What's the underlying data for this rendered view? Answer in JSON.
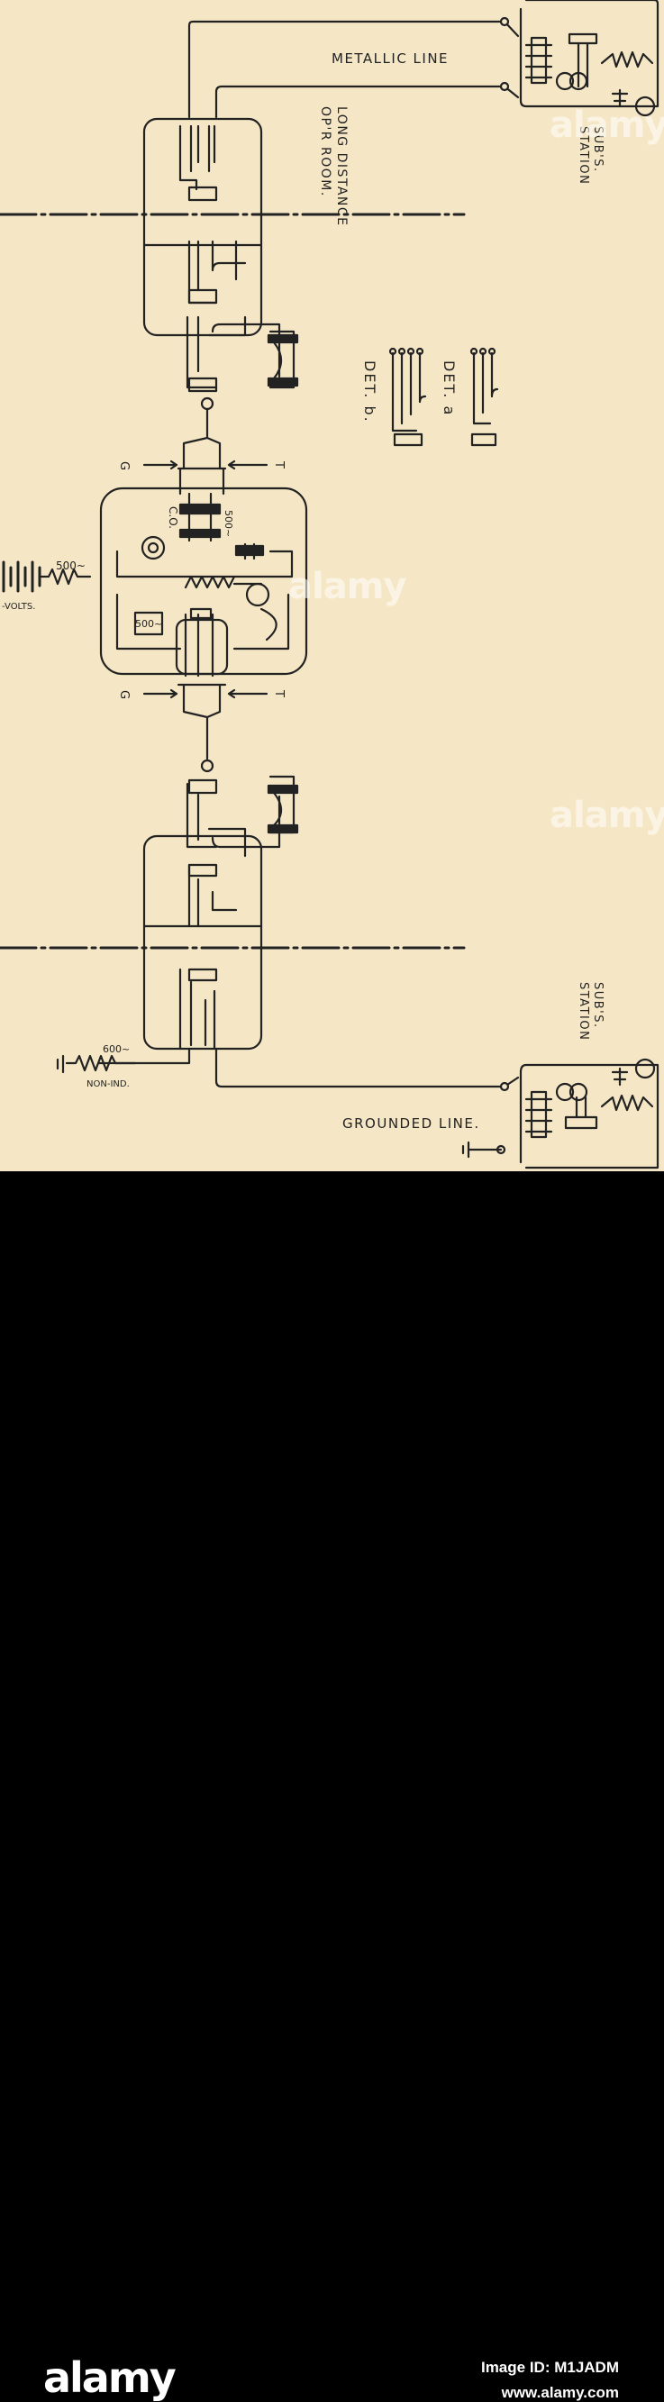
{
  "labels": {
    "metallic_line": "METALLIC LINE",
    "grounded_line": "GROUNDED LINE.",
    "long_distance_line1": "LONG DISTANCE",
    "long_distance_line2": "OP'R ROOM.",
    "subs_station_top_1": "SUB'S.",
    "subs_station_top_2": "STATION",
    "subs_station_bottom_1": "SUB'S.",
    "subs_station_bottom_2": "STATION",
    "det_a": "DET. a",
    "det_b": "DET. b.",
    "res_500_top": "500~",
    "res_500_battery": "500~",
    "res_500_co": "500~",
    "co_label": "C.O.",
    "volts": "-VOLTS.",
    "res_600": "600~",
    "non_ind": "NON-IND.",
    "g_top": "G",
    "t_top": "T",
    "g_bottom": "G",
    "t_bottom": "T"
  },
  "watermark": {
    "logo_text": "alamy",
    "image_id": "Image ID: M1JADM",
    "url": "www.alamy.com",
    "overlay_text": "alamy"
  },
  "colors": {
    "paper": "#f5e7c6",
    "ink": "#222222",
    "footer_bg": "#000000",
    "footer_text": "#ffffff"
  }
}
